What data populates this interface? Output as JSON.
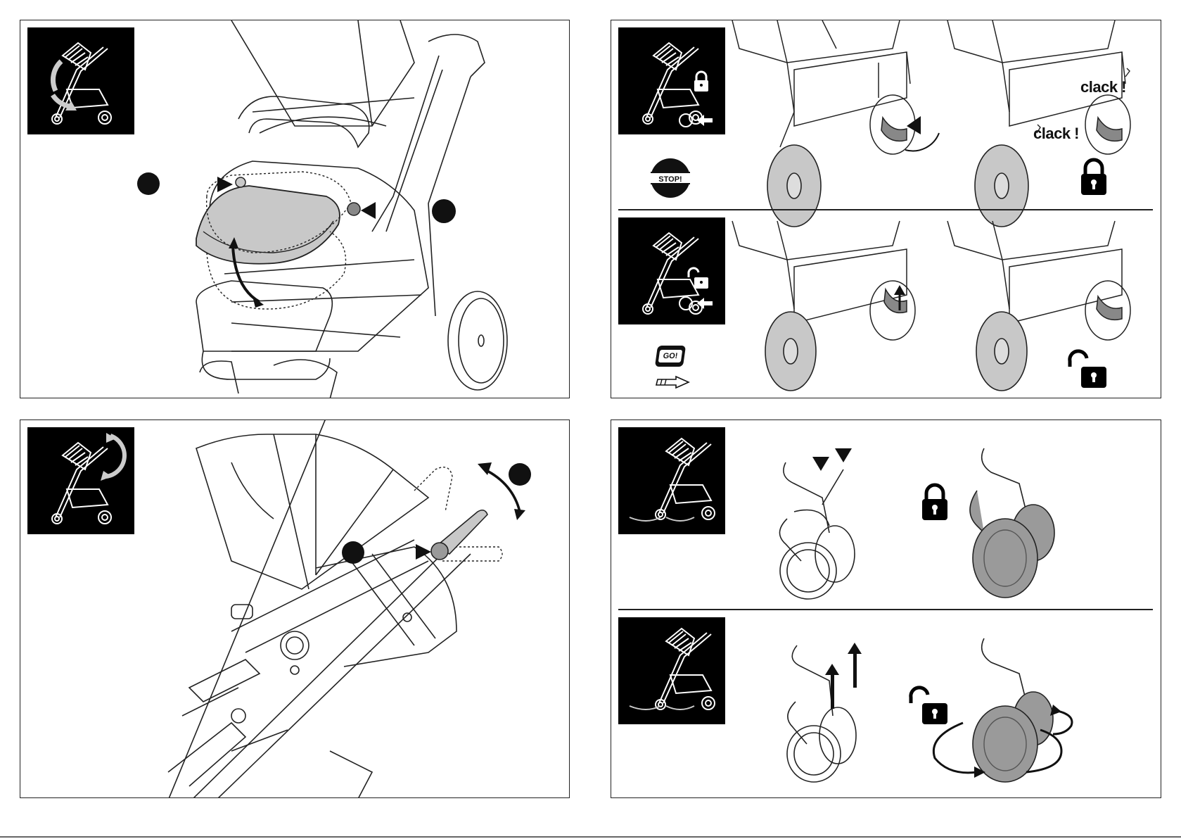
{
  "panels": {
    "wheel_brake": {
      "lock_sounds": [
        "clack !",
        "clack !"
      ],
      "stop_sign": "STOP!",
      "go_sign": "GO!"
    }
  },
  "colors": {
    "ink": "#222222",
    "highlight_grey": "#c8c8c8",
    "dark_grey": "#8a8a8a",
    "icon_background": "#000000"
  },
  "icons": [
    "stroller-canopy-rotate-icon",
    "stroller-handlebar-adjust-icon",
    "stroller-brake-lock-icon",
    "stroller-brake-unlock-icon",
    "stroller-swivel-lock-icon",
    "stroller-swivel-unlock-icon",
    "padlock-closed-icon",
    "padlock-open-icon",
    "stop-sign-icon",
    "go-sign-icon",
    "arrow-right-icon"
  ]
}
